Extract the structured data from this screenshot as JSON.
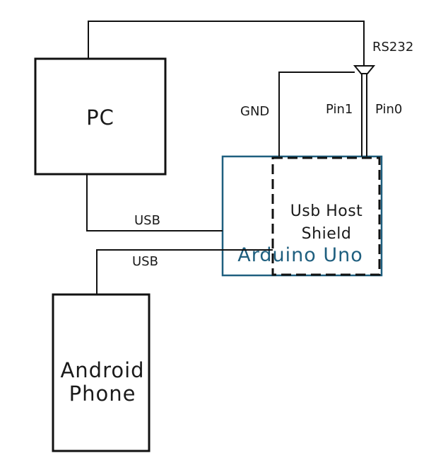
{
  "diagram": {
    "nodes": {
      "pc": {
        "label": "PC"
      },
      "android": {
        "line1": "Android",
        "line2": "Phone"
      },
      "arduino": {
        "label": "Arduino Uno"
      },
      "shield": {
        "line1": "Usb Host",
        "line2": "Shield"
      }
    },
    "wire_labels": {
      "rs232": "RS232",
      "gnd": "GND",
      "pin1": "Pin1",
      "pin0": "Pin0",
      "usb_pc": "USB",
      "usb_phone": "USB"
    },
    "colors": {
      "line": "#111111",
      "arduino": "#1f5f7f"
    }
  }
}
